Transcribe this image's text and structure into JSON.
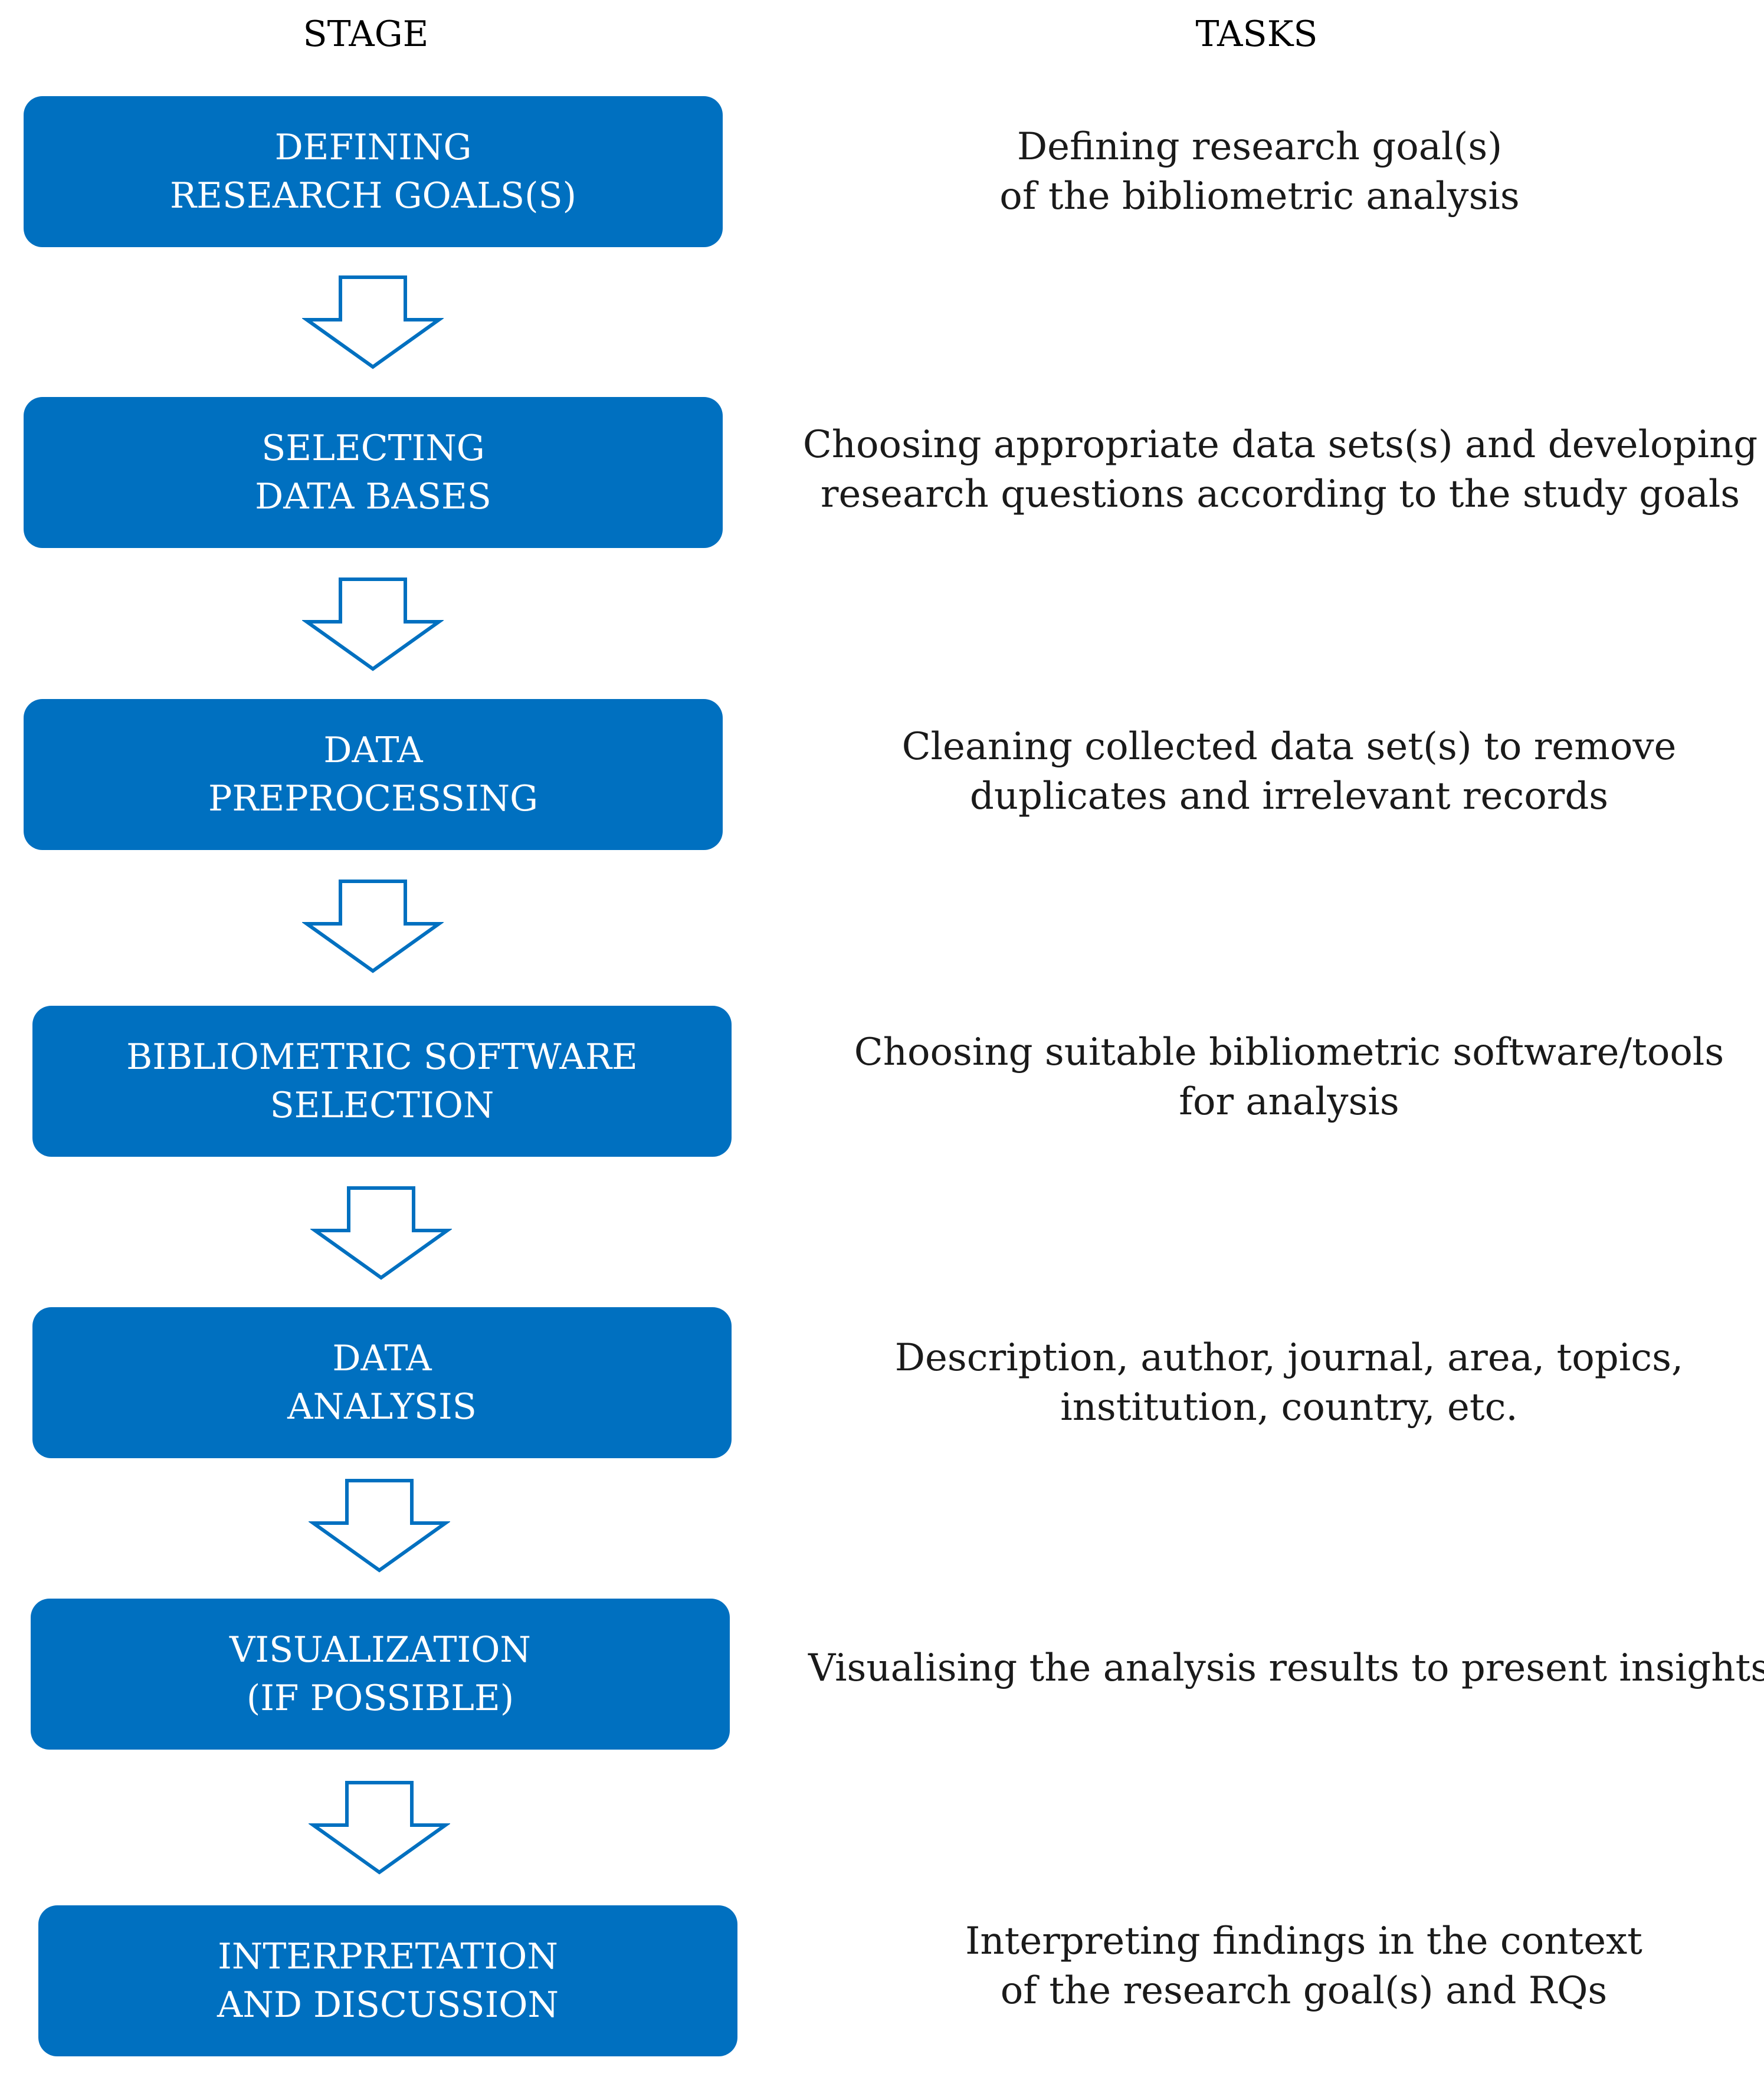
{
  "headers": {
    "stage": "STAGE",
    "tasks": "TASKS"
  },
  "colors": {
    "box_fill": "#0070c0",
    "box_text": "#ffffff",
    "arrow_stroke": "#0070c0"
  },
  "stages": [
    {
      "label_lines": [
        "DEFINING",
        "RESEARCH GOALS(S)"
      ],
      "task_lines": [
        "Defining research goal(s)",
        "of the bibliometric analysis"
      ]
    },
    {
      "label_lines": [
        "SELECTING",
        "DATA BASES"
      ],
      "task_lines": [
        "Choosing appropriate data sets(s) and developing",
        "research questions according to the study goals"
      ]
    },
    {
      "label_lines": [
        "DATA",
        "PREPROCESSING"
      ],
      "task_lines": [
        "Cleaning collected data set(s) to remove",
        "duplicates and irrelevant records"
      ]
    },
    {
      "label_lines": [
        "BIBLIOMETRIC SOFTWARE",
        "SELECTION"
      ],
      "task_lines": [
        "Choosing suitable bibliometric software/tools",
        "for analysis"
      ]
    },
    {
      "label_lines": [
        "DATA",
        "ANALYSIS"
      ],
      "task_lines": [
        "Description, author, journal, area, topics,",
        "institution, country, etc."
      ]
    },
    {
      "label_lines": [
        "VISUALIZATION",
        "(IF POSSIBLE)"
      ],
      "task_lines": [
        "Visualising the analysis results to present insights"
      ]
    },
    {
      "label_lines": [
        "INTERPRETATION",
        "AND DISCUSSION"
      ],
      "task_lines": [
        "Interpreting findings in the context",
        "of the research goal(s) and RQs"
      ]
    }
  ]
}
